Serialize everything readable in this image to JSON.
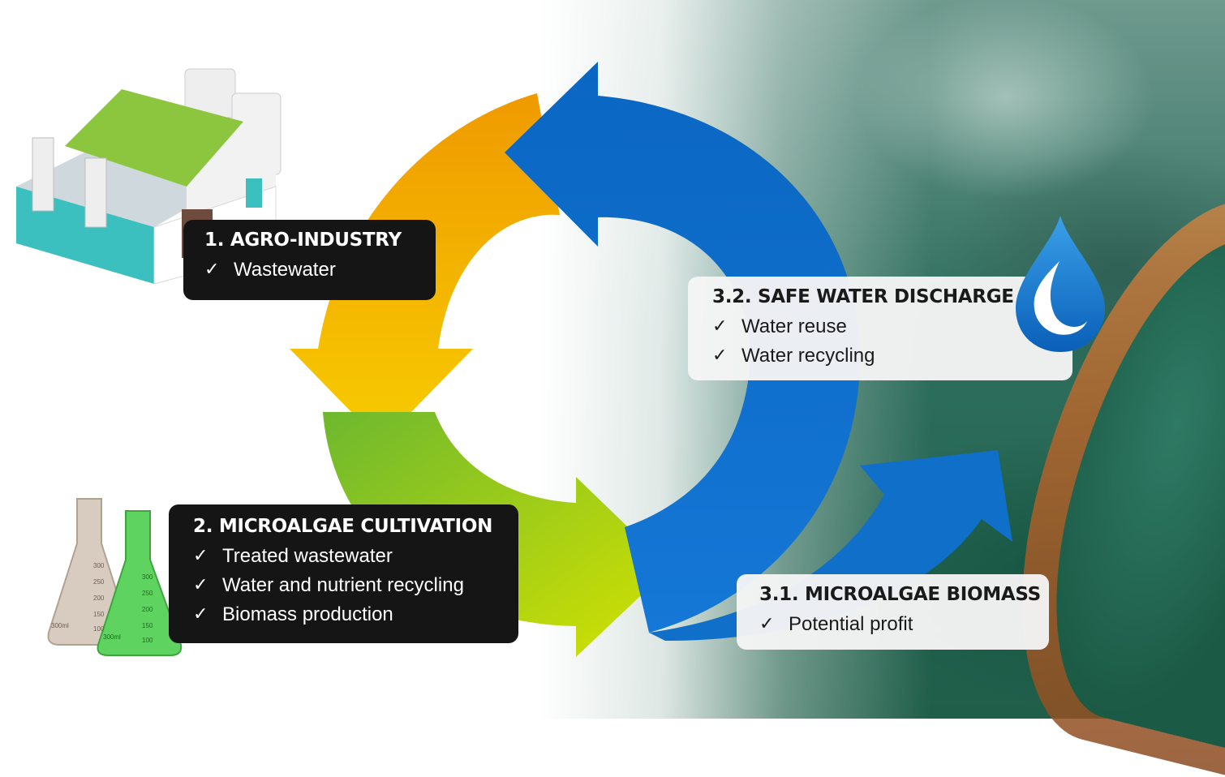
{
  "colors": {
    "orange_arrow": "#f0a500",
    "yellow_arrow": "#f6c800",
    "green_arrow": "#8cc63f",
    "blue_arrow": "#0b72c9",
    "dark_box": "#151515",
    "light_box": "#f5f5f5"
  },
  "icons": [
    "factory-icon",
    "lab-flasks-icon",
    "water-drop-icon"
  ],
  "steps": {
    "agro": {
      "title": "1. AGRO-INDUSTRY",
      "items": [
        "Wastewater"
      ]
    },
    "microalgae": {
      "title": "2. MICROALGAE CULTIVATION",
      "items": [
        "Treated wastewater",
        "Water and nutrient recycling",
        "Biomass production"
      ]
    },
    "safe_water": {
      "title": "3.2. SAFE WATER DISCHARGE",
      "items": [
        "Water reuse",
        "Water recycling"
      ]
    },
    "biomass": {
      "title": "3.1. MICROALGAE BIOMASS",
      "items": [
        "Potential profit"
      ]
    }
  },
  "check_mark": "✓",
  "flask_labels": {
    "brown": [
      "300",
      "250",
      "200",
      "150",
      "100",
      "300ml"
    ],
    "green": [
      "300",
      "250",
      "200",
      "150",
      "100",
      "300ml"
    ]
  }
}
